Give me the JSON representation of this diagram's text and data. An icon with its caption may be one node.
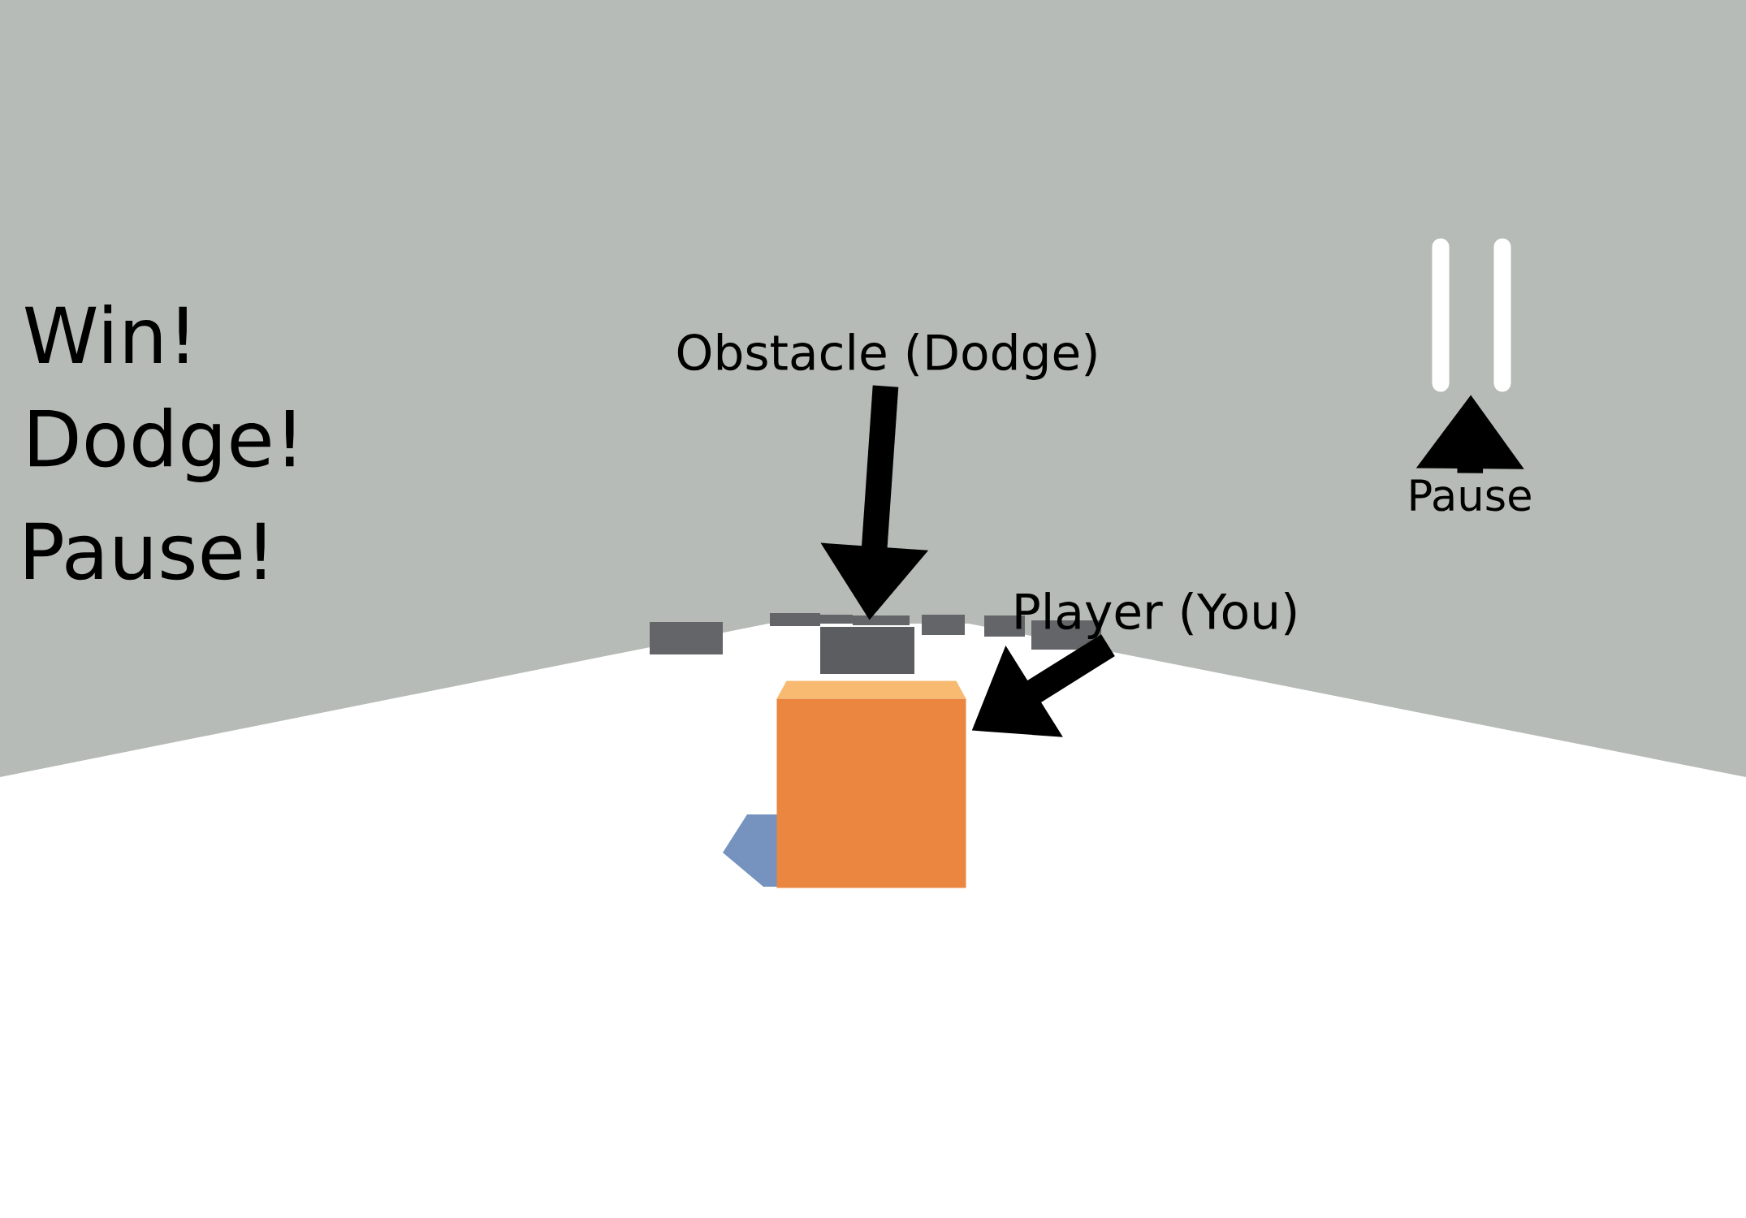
{
  "diagram": {
    "nodes": [
      {
        "text": [
          "Obstacle (Dodge)"
        ]
      },
      {
        "text": [],
        "shape": "box"
      },
      {
        "text": [
          "Player (You)"
        ]
      },
      {
        "text": [],
        "shape": "box"
      },
      {
        "text": [],
        "shape": "picture"
      },
      {
        "text": [
          "Pause"
        ]
      }
    ],
    "edges": [
      {
        "from": 0,
        "to": 1,
        "arrow": "to"
      },
      {
        "from": 2,
        "to": 3,
        "arrow": "to"
      },
      {
        "from": 5,
        "to": 4,
        "arrow": "to"
      }
    ],
    "labels": [
      "Win!",
      "Dodge!",
      "Pause!"
    ]
  }
}
